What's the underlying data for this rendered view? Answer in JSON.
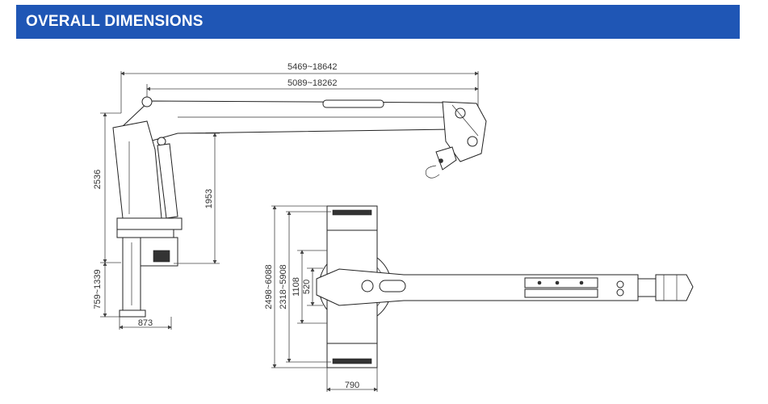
{
  "header": {
    "title": "OVERALL DIMENSIONS",
    "bg_color": "#1f56b5",
    "text_color": "#ffffff"
  },
  "side_view": {
    "total_reach": "5469~18642",
    "boom_reach": "5089~18262",
    "overall_height": "2536",
    "boom_pivot_height": "1953",
    "base_height": "759~1339",
    "base_width": "873"
  },
  "top_view": {
    "outrigger_span_outer": "2498~6088",
    "outrigger_span_inner": "2318~5908",
    "slew_width": "1108",
    "center_width": "520",
    "base_depth": "790"
  }
}
